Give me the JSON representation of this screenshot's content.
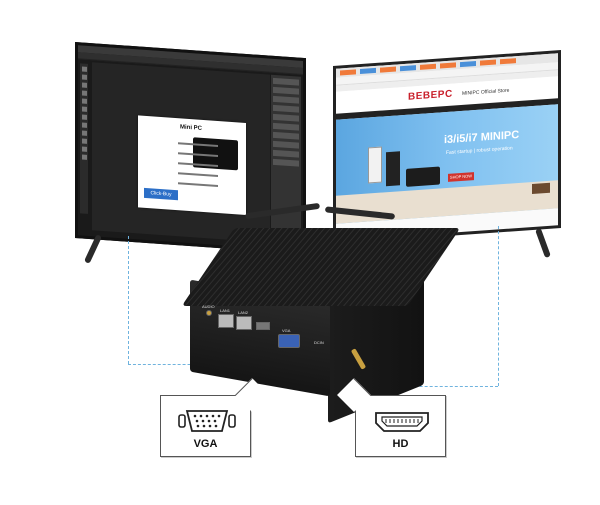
{
  "left_monitor": {
    "document": {
      "title": "Mini PC",
      "badge": "Click-Buy"
    }
  },
  "right_monitor": {
    "store_logo": "BEBEPC",
    "store_name": "MINIPC Official Store",
    "banner_title": "i3/i5/i7 MINIPC",
    "banner_subtitle": "Fast startup | robust operation",
    "banner_button": "SHOP NOW"
  },
  "minipc": {
    "port_labels": {
      "audio": "AUDIO",
      "lan1": "LAN1",
      "lan2": "LAN2",
      "vga": "VGA",
      "dcin": "DCIN"
    }
  },
  "callouts": {
    "vga_label": "VGA",
    "hd_label": "HD"
  },
  "icons": {
    "vga": "vga-connector-icon",
    "hd": "hdmi-connector-icon"
  },
  "colors": {
    "wire": "#6fb3de",
    "banner_blue": "#5ba6e0",
    "brand_red": "#c9202b"
  }
}
